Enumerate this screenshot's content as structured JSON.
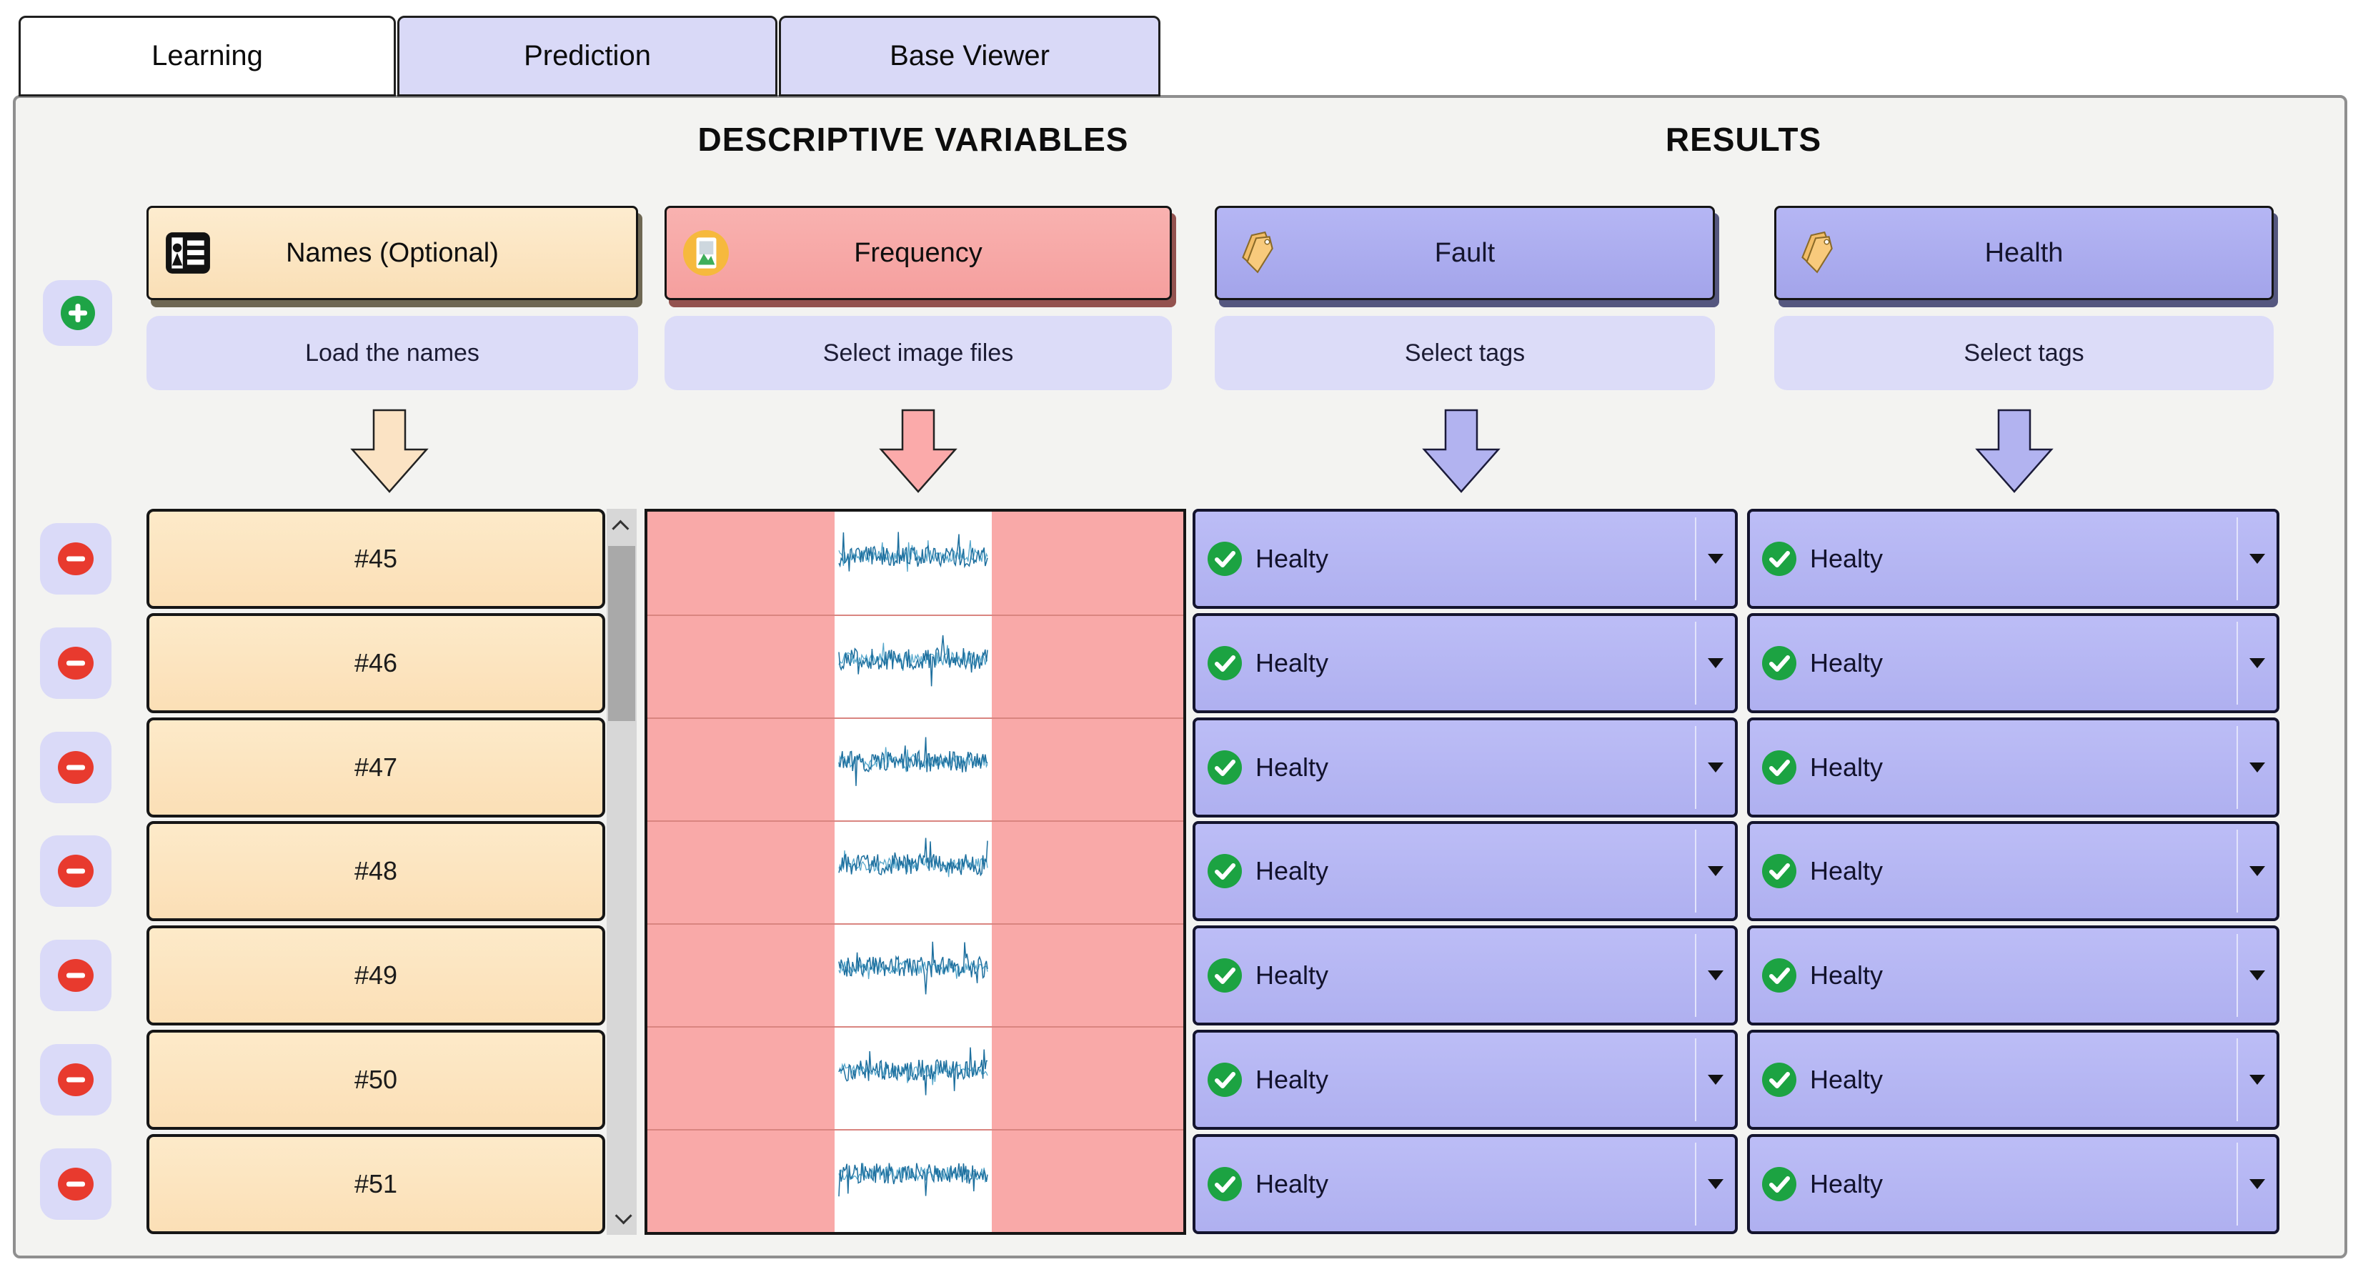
{
  "tabs": [
    {
      "label": "Learning",
      "active": true
    },
    {
      "label": "Prediction",
      "active": false
    },
    {
      "label": "Base Viewer",
      "active": false
    }
  ],
  "section_titles": {
    "descriptive": "DESCRIPTIVE VARIABLES",
    "results": "RESULTS"
  },
  "columns": {
    "names": {
      "header": "Names (Optional)",
      "action": "Load the names",
      "icon": "contact-card-icon",
      "color": "#fbe3c0",
      "arrow_color": "#fbe3c4"
    },
    "frequency": {
      "header": "Frequency",
      "action": "Select image files",
      "icon": "image-file-icon",
      "color": "#f8a7a6",
      "arrow_color": "#fbaaaa"
    },
    "fault": {
      "header": "Fault",
      "action": "Select tags",
      "icon": "tags-icon",
      "color": "#acadee",
      "arrow_color": "#b2b3f0"
    },
    "health": {
      "header": "Health",
      "action": "Select tags",
      "icon": "tags-icon",
      "color": "#acadee",
      "arrow_color": "#b2b3f0"
    }
  },
  "rows": [
    {
      "name": "#45",
      "fault": "Healty",
      "health": "Healty"
    },
    {
      "name": "#46",
      "fault": "Healty",
      "health": "Healty"
    },
    {
      "name": "#47",
      "fault": "Healty",
      "health": "Healty"
    },
    {
      "name": "#48",
      "fault": "Healty",
      "health": "Healty"
    },
    {
      "name": "#49",
      "fault": "Healty",
      "health": "Healty"
    },
    {
      "name": "#50",
      "fault": "Healty",
      "health": "Healty"
    },
    {
      "name": "#51",
      "fault": "Healty",
      "health": "Healty"
    }
  ],
  "status": {
    "healthy_check_color": "#1ca342"
  },
  "controls": {
    "add_icon": "plus-icon",
    "add_color": "#1ea446",
    "remove_icon": "minus-icon",
    "remove_color": "#e83a2e",
    "scrollbar_up_icon": "chevron-up-icon",
    "scrollbar_down_icon": "chevron-down-icon",
    "dropdown_icon": "caret-down-icon"
  }
}
